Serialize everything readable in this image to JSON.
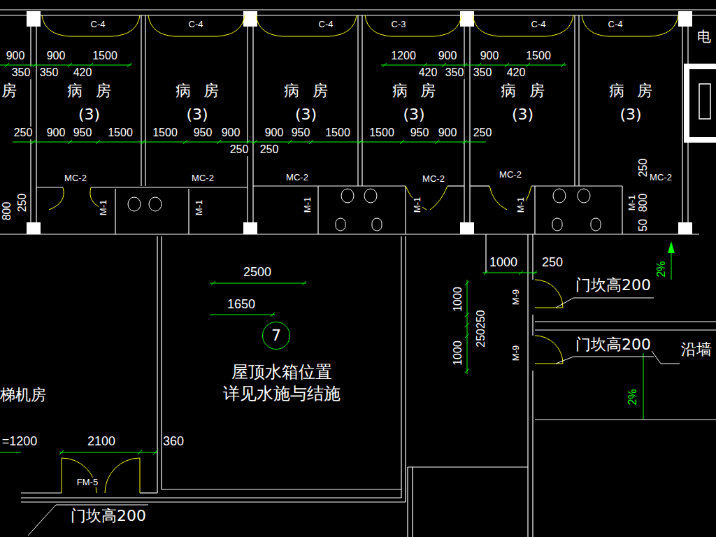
{
  "diagram": {
    "nodes": [
      {
        "text": [
          "房"
        ]
      },
      {
        "text": [
          "病 房",
          "(3)"
        ]
      },
      {
        "text": [
          "病 房",
          "(3)"
        ]
      },
      {
        "text": [
          "病 房",
          "(3)"
        ]
      },
      {
        "text": [
          "病 房",
          "(3)"
        ]
      },
      {
        "text": [
          "病 房",
          "(3)"
        ]
      },
      {
        "text": [
          "病 房",
          "(3)"
        ]
      },
      {
        "text": [
          "屋顶水箱位置 详见水施与结施"
        ]
      },
      {
        "text": [
          "7"
        ],
        "in": 7
      },
      {
        "text": [
          "梯机房"
        ]
      },
      {
        "text": [
          "电"
        ]
      }
    ],
    "labels": [
      "900",
      "900",
      "1500",
      "350",
      "350",
      "420",
      "1200",
      "900",
      "900",
      "1500",
      "420",
      "350",
      "350",
      "420",
      "250",
      "900",
      "950",
      "1500",
      "1500",
      "950",
      "900",
      "250",
      "250",
      "900",
      "950",
      "1500",
      "1500",
      "950",
      "900",
      "250",
      "C-4",
      "C-4",
      "C-4",
      "C-3",
      "C-4",
      "C-4",
      "MC-2",
      "MC-2",
      "MC-2",
      "MC-2",
      "MC-2",
      "MC-2",
      "M-1",
      "M-1",
      "M-1",
      "M-1",
      "M-1",
      "M-1",
      "250",
      "800",
      "250",
      "800",
      "50",
      "2500",
      "1650",
      "=1200",
      "2100",
      "360",
      "FM-5",
      "门坎高200",
      "1000",
      "250",
      "1000",
      "250250",
      "1000",
      "M-9",
      "M-9",
      "门坎高200",
      "门坎高200",
      "沿墙",
      "2%",
      "2%"
    ]
  }
}
